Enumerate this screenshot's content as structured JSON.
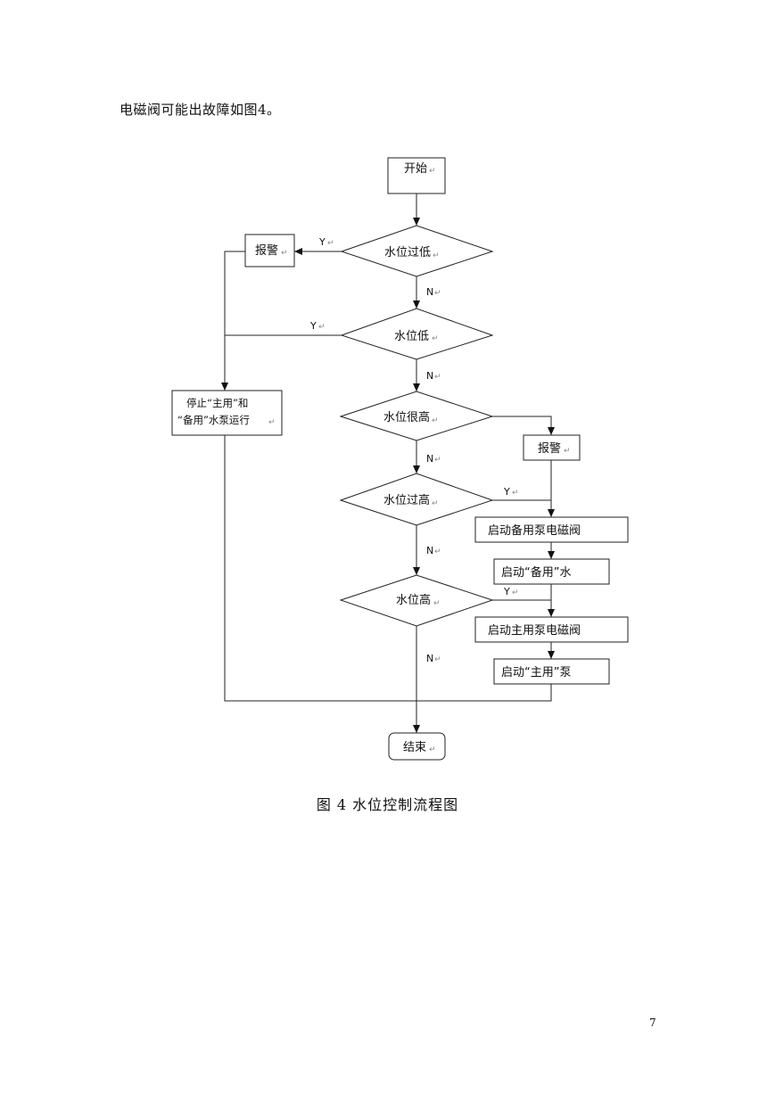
{
  "intro_text": "电磁阀可能出故障如图4。",
  "flowchart": {
    "start": "开始",
    "alarm_left": "报警",
    "decision_too_low": "水位过低",
    "decision_low": "水位低",
    "stop_pumps_line1": "停止“主用”和",
    "stop_pumps_line2": "“备用”水泵运行",
    "decision_very_high": "水位很高",
    "alarm_right": "报警",
    "decision_too_high": "水位过高",
    "open_backup_valve": "启动备用泵电磁阀",
    "start_backup_pump": "启动“备用”水",
    "decision_high": "水位高",
    "open_main_valve": "启动主用泵电磁阀",
    "start_main_pump": "启动“主用”泵",
    "end": "结束",
    "yes": "Y",
    "no": "N",
    "return_mark": "↵"
  },
  "caption": "图 4  水位控制流程图",
  "page_number": "7"
}
